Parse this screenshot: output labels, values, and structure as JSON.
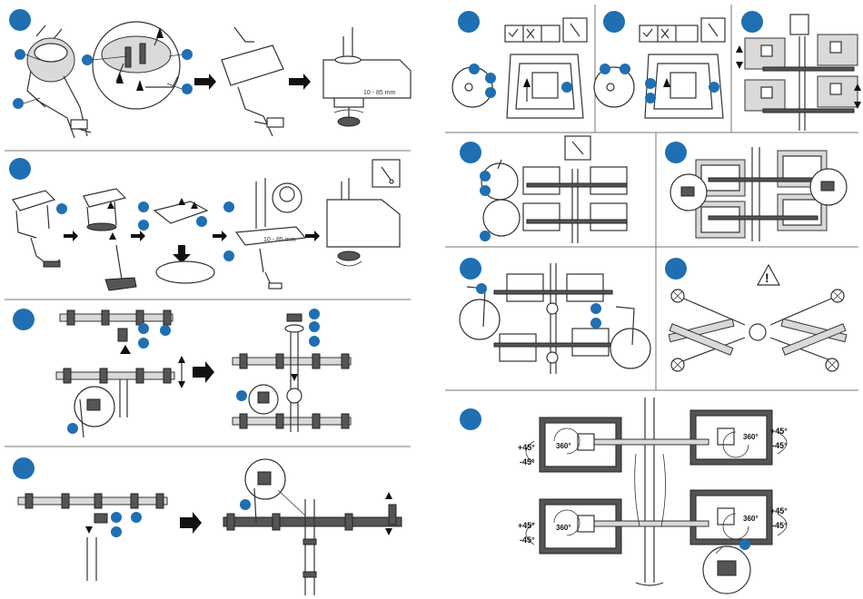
{
  "clamp_range_label_1": "10 - 85 mm",
  "clamp_range_label_2": "10 - 85 mm",
  "rotation": {
    "plus": "+45°",
    "minus": "-45°",
    "full": "360°"
  },
  "warning_symbol": "!",
  "icons": {
    "tool": "screwdriver-icon",
    "check": "check-icon",
    "cross": "cross-icon",
    "warning": "warning-triangle-icon"
  },
  "colors": {
    "accent": "#1f6fb2",
    "line": "#333333",
    "arrow": "#111111"
  }
}
